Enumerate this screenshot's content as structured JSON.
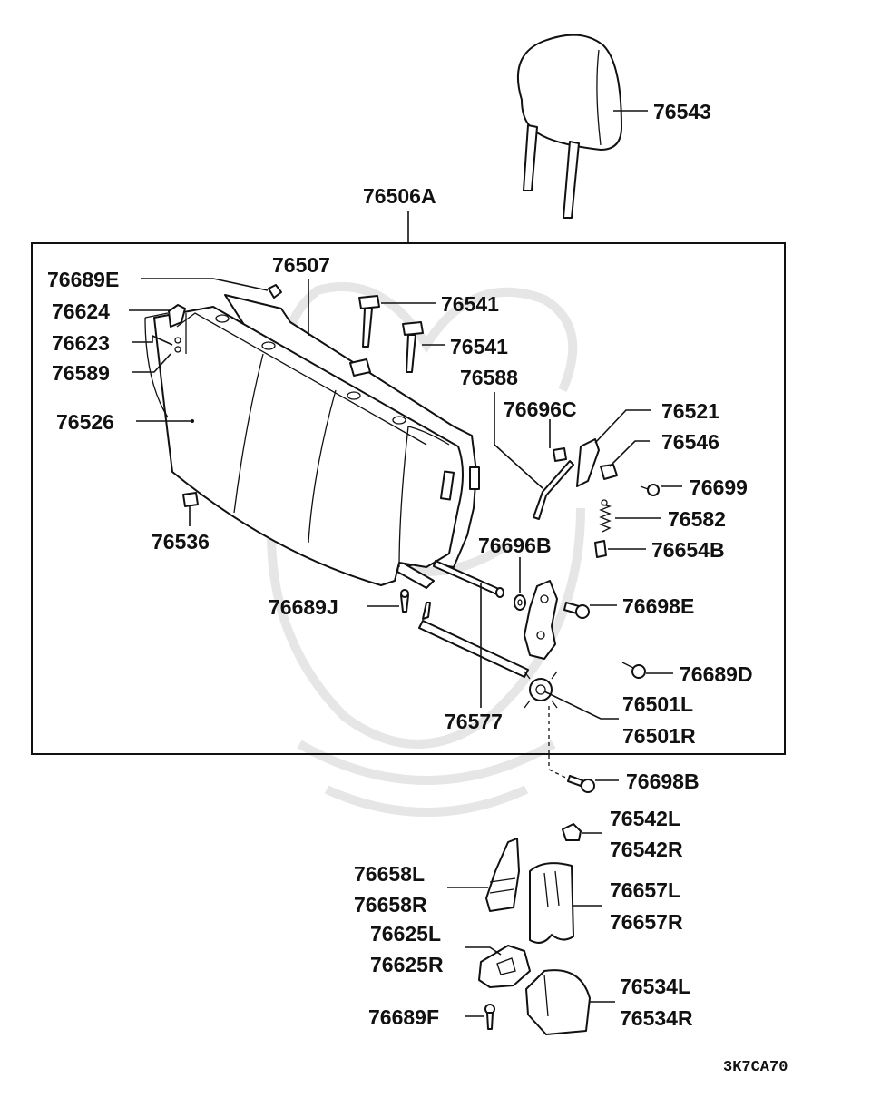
{
  "callouts": {
    "headrest": "76543",
    "seatback_assy": "76506A",
    "hook_76689E": "76689E",
    "frame": "76507",
    "bracket_76624": "76624",
    "clip_76623": "76623",
    "clip_76589": "76589",
    "pad_76526": "76526",
    "guide_top": "76541",
    "guide_bottom": "76541",
    "rod_76588": "76588",
    "clip_76696C": "76696C",
    "lever_76521": "76521",
    "knob_76546": "76546",
    "screw_76699": "76699",
    "spring_76582": "76582",
    "bushing_76654B": "76654B",
    "washer_76696B": "76696B",
    "stopper_76536": "76536",
    "screw_76689J": "76689J",
    "bolt_76698E": "76698E",
    "bolt_76689D": "76689D",
    "recliner_L": "76501L",
    "recliner_R": "76501R",
    "shaft_76577": "76577",
    "bolt_76698B": "76698B",
    "cap_76542L": "76542L",
    "cap_76542R": "76542R",
    "hinge_76658L": "76658L",
    "hinge_76658R": "76658R",
    "cover_76657L": "76657L",
    "cover_76657R": "76657R",
    "cover_76625L": "76625L",
    "cover_76625R": "76625R",
    "cover_76534L": "76534L",
    "cover_76534R": "76534R",
    "screw_76689F": "76689F"
  },
  "diagram_code": "3K7CA70",
  "colors": {
    "line": "#111111",
    "background": "#ffffff",
    "watermark": "#e6e6e6"
  }
}
